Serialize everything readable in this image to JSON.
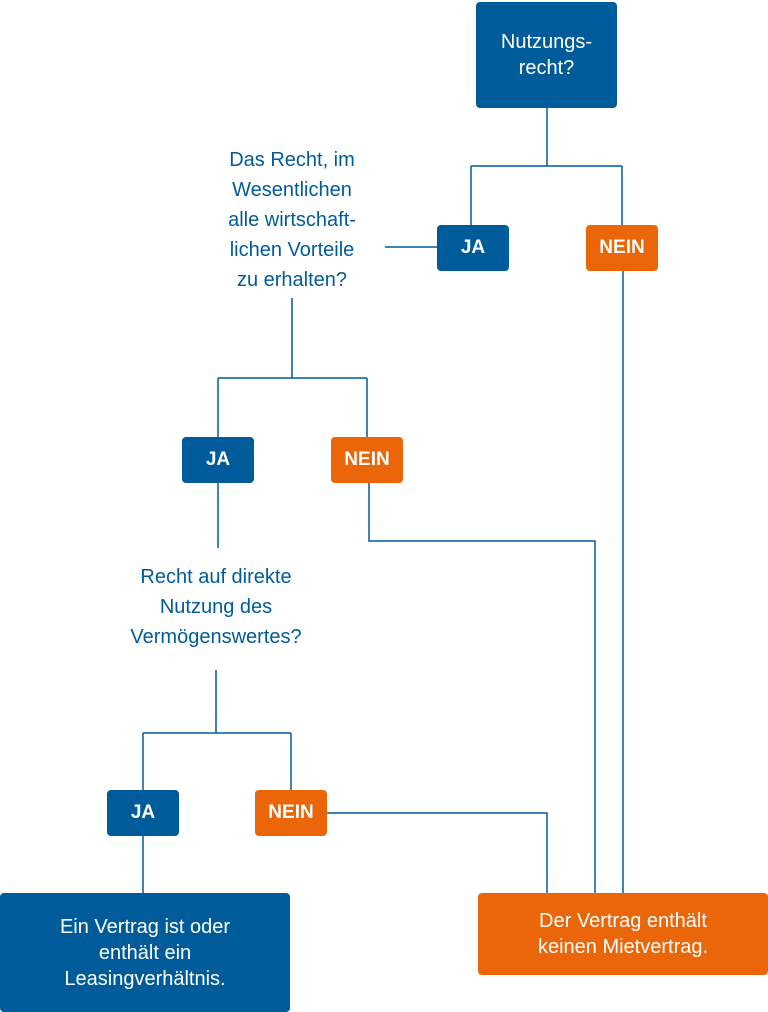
{
  "colors": {
    "blue": "#005B9A",
    "orange": "#EB6608",
    "line": "#005B9A"
  },
  "nodes": {
    "start": "Nutzungs-\nrecht?",
    "q1_yes": "JA",
    "q1_no": "NEIN",
    "question2": "Das Recht, im\nWesentlichen\nalle wirtschaft-\nlichen Vorteile\nzu erhalten?",
    "q2_yes": "JA",
    "q2_no": "NEIN",
    "question3": "Recht auf direkte\nNutzung des\nVermögenswertes?",
    "q3_yes": "JA",
    "q3_no": "NEIN",
    "result_lease": "Ein Vertrag ist oder\nenthält ein\nLeasingverhältnis.",
    "result_no_lease": "Der Vertrag enthält\nkeinen Mietvertrag."
  }
}
